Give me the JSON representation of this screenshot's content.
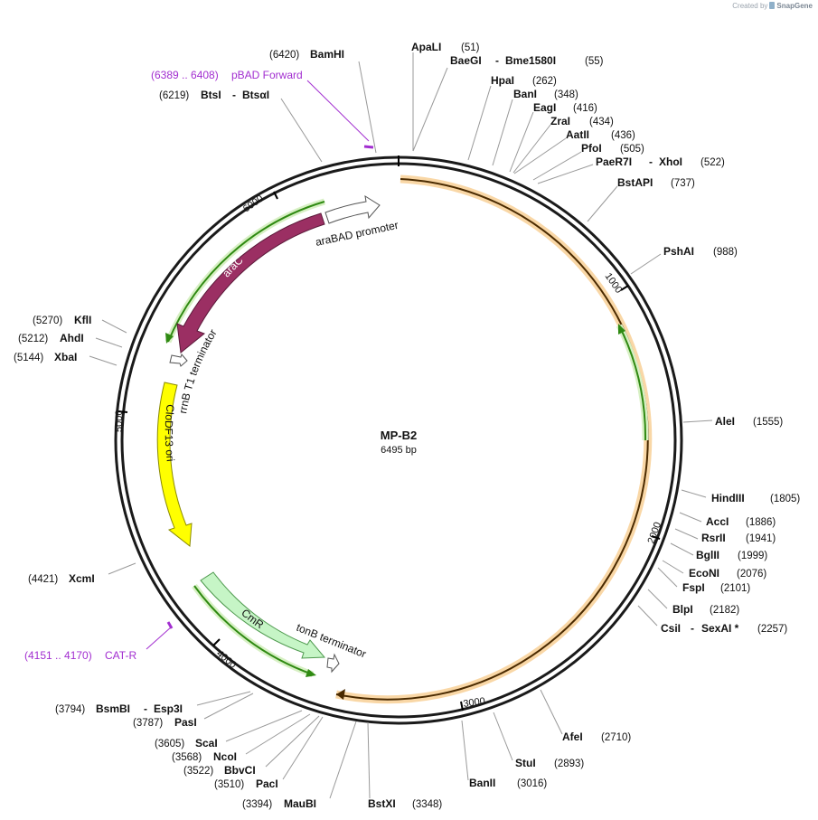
{
  "credit": {
    "prefix": "Created by",
    "brand": "SnapGene"
  },
  "plasmid": {
    "name": "MP-B2",
    "length_label": "6495 bp",
    "length": 6495
  },
  "colors": {
    "backbone": "#1a1a1a",
    "orf": "#f4a53c",
    "green": "#2f8a12",
    "araC": "#9b2f63",
    "ori": "#ffff00",
    "cmr": "#c6f5c6",
    "primer": "#a22ed0"
  },
  "ticks": [
    "1000",
    "2000",
    "3000",
    "4000",
    "5000",
    "6000"
  ],
  "enzymes": [
    {
      "name": "ApaLI",
      "pos": "(51)"
    },
    {
      "name": "BaeGI",
      "sep": "-",
      "name2": "Bme1580I",
      "pos": "(55)"
    },
    {
      "name": "HpaI",
      "pos": "(262)"
    },
    {
      "name": "BanI",
      "pos": "(348)"
    },
    {
      "name": "EagI",
      "pos": "(416)"
    },
    {
      "name": "ZraI",
      "pos": "(434)"
    },
    {
      "name": "AatII",
      "pos": "(436)"
    },
    {
      "name": "PfoI",
      "pos": "(505)"
    },
    {
      "name": "PaeR7I",
      "sep": "-",
      "name2": "XhoI",
      "pos": "(522)"
    },
    {
      "name": "BstAPI",
      "pos": "(737)"
    },
    {
      "name": "PshAI",
      "pos": "(988)"
    },
    {
      "name": "AleI",
      "pos": "(1555)"
    },
    {
      "name": "HindIII",
      "pos": "(1805)"
    },
    {
      "name": "AccI",
      "pos": "(1886)"
    },
    {
      "name": "RsrII",
      "pos": "(1941)"
    },
    {
      "name": "BglII",
      "pos": "(1999)"
    },
    {
      "name": "EcoNI",
      "pos": "(2076)"
    },
    {
      "name": "FspI",
      "pos": "(2101)"
    },
    {
      "name": "BlpI",
      "pos": "(2182)"
    },
    {
      "name": "CsiI",
      "sep": "-",
      "name2": "SexAI *",
      "pos": "(2257)"
    },
    {
      "name": "AfeI",
      "pos": "(2710)"
    },
    {
      "name": "StuI",
      "pos": "(2893)"
    },
    {
      "name": "BanII",
      "pos": "(3016)"
    },
    {
      "name": "BstXI",
      "pos": "(3348)"
    },
    {
      "name": "MauBI",
      "pos": "(3394)"
    },
    {
      "name": "PacI",
      "pos": "(3510)"
    },
    {
      "name": "BbvCI",
      "pos": "(3522)"
    },
    {
      "name": "NcoI",
      "pos": "(3568)"
    },
    {
      "name": "ScaI",
      "pos": "(3605)"
    },
    {
      "name": "PasI",
      "pos": "(3787)"
    },
    {
      "name": "BsmBI",
      "sep": "-",
      "name2": "Esp3I",
      "pos": "(3794)"
    },
    {
      "name": "XcmI",
      "pos": "(4421)"
    },
    {
      "name": "XbaI",
      "pos": "(5144)"
    },
    {
      "name": "AhdI",
      "pos": "(5212)"
    },
    {
      "name": "KflI",
      "pos": "(5270)"
    },
    {
      "name": "BtsI",
      "sep": "-",
      "name2": "BtsαI",
      "pos": "(6219)"
    },
    {
      "name": "BamHI",
      "pos": "(6420)"
    }
  ],
  "primers": [
    {
      "range": "(6389 .. 6408)",
      "name": "pBAD Forward"
    },
    {
      "range": "(4151 .. 4170)",
      "name": "CAT-R"
    }
  ],
  "features": {
    "araBAD": "araBAD promoter",
    "araC": "araC",
    "rrnB": "rrnB T1 terminator",
    "ori": "CloDF13 ori",
    "cmr": "CmR",
    "tonB": "tonB terminator"
  }
}
